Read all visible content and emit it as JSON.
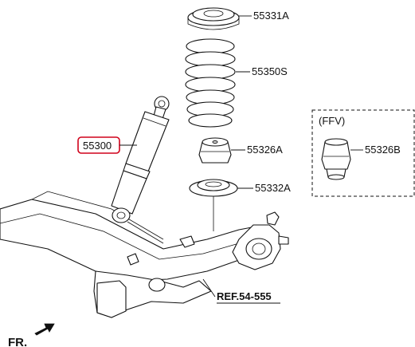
{
  "labels": {
    "shock_absorber": "55300",
    "spring_upper_pad": "55331A",
    "coil_spring": "55350S",
    "bumper_stopper": "55326A",
    "spring_lower_pad": "55332A",
    "ffv_bumper_stopper": "55326B",
    "ffv_group": "(FFV)",
    "reference": "REF.54-555",
    "front": "FR."
  },
  "colors": {
    "highlight_box": "#d0021b",
    "line": "#111111",
    "background": "#ffffff"
  },
  "icons": {
    "front_arrow": "arrow-icon"
  }
}
